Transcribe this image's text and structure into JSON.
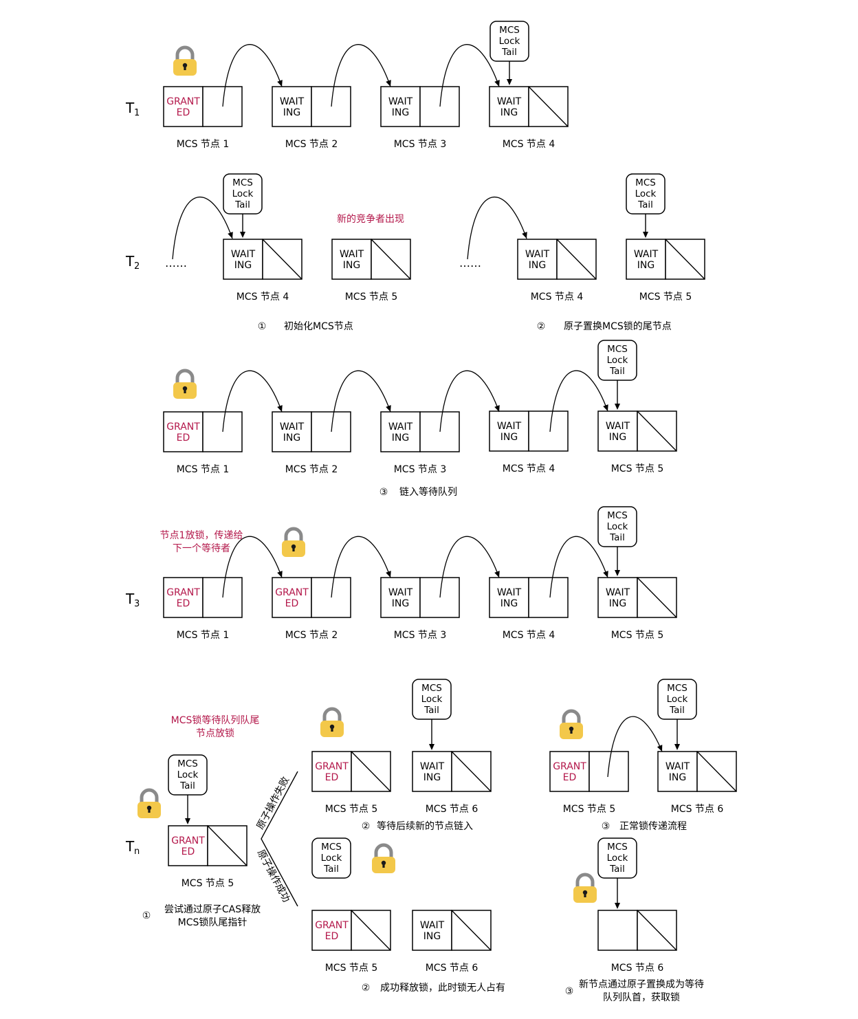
{
  "texts": {
    "waiting": [
      "WAIT",
      "ING"
    ],
    "granted": [
      "GRANT",
      "ED"
    ],
    "tail": [
      "MCS",
      "Lock",
      "Tail"
    ],
    "node_1": "MCS 节点 1",
    "node_2": "MCS 节点 2",
    "node_3": "MCS 节点 3",
    "node_4": "MCS 节点 4",
    "node_5": "MCS 节点 5",
    "node_6": "MCS 节点 6",
    "t_main": "T",
    "t1_sub": "1",
    "t2_sub": "2",
    "t3_sub": "3",
    "tn_sub": "n",
    "ellipsis": "……",
    "c1": "①",
    "c2": "②",
    "c3": "③",
    "t2_new_contender": "新的竞争者出现",
    "t2_step1": "初始化MCS节点",
    "t2_step2": "原子置换MCS锁的尾节点",
    "t2_step3": "链入等待队列",
    "t3_release_1": "节点1放锁，传递给",
    "t3_release_2": "下一个等待者",
    "tn_release_1": "MCS锁等待队列队尾",
    "tn_release_2": "节点放锁",
    "tn_step1_1": "尝试通过原子CAS释放",
    "tn_step1_2": "MCS锁队尾指针",
    "tn_fail": "原子操作失败",
    "tn_success": "原子操作成功",
    "tn_wait_next": "等待后续新的节点链入",
    "tn_normal": "正常锁传递流程",
    "tn_released": "成功释放锁，此时锁无人占有",
    "tn_new_1": "新节点通过原子置换成为等待",
    "tn_new_2": "队列队首，获取锁"
  },
  "colors": {
    "granted_text": "#b3174a",
    "annotation_text": "#b3174a",
    "lock_body": "#f3c84a",
    "lock_shackle": "#8a8a8a",
    "lock_keyhole": "#1a1a1a",
    "stroke": "#000000"
  },
  "icons": {
    "lock": "padlock-icon"
  }
}
